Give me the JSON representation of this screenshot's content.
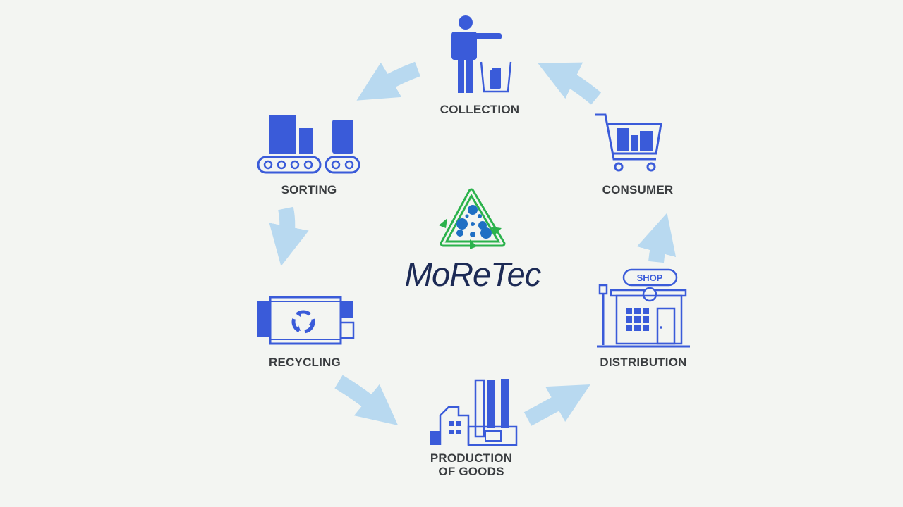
{
  "brand": {
    "name": "MoReTec"
  },
  "stages": {
    "collection": "COLLECTION",
    "sorting": "SORTING",
    "consumer": "CONSUMER",
    "recycling": "RECYCLING",
    "distribution": "DISTRIBUTION",
    "production_line1": "PRODUCTION",
    "production_line2": "OF GOODS"
  },
  "shop_sign": "SHOP",
  "colors": {
    "icon_blue": "#3a5bd9",
    "arrow_blue": "#b8d9f0",
    "logo_green": "#2bb24c",
    "logo_blue": "#1f6fc4",
    "label_text": "#3a3d40",
    "background": "#f3f5f2"
  },
  "icons": [
    "person-trash-icon",
    "conveyor-icon",
    "shopping-cart-icon",
    "recycling-machine-icon",
    "factory-icon",
    "shop-icon",
    "moretec-logo-icon"
  ]
}
